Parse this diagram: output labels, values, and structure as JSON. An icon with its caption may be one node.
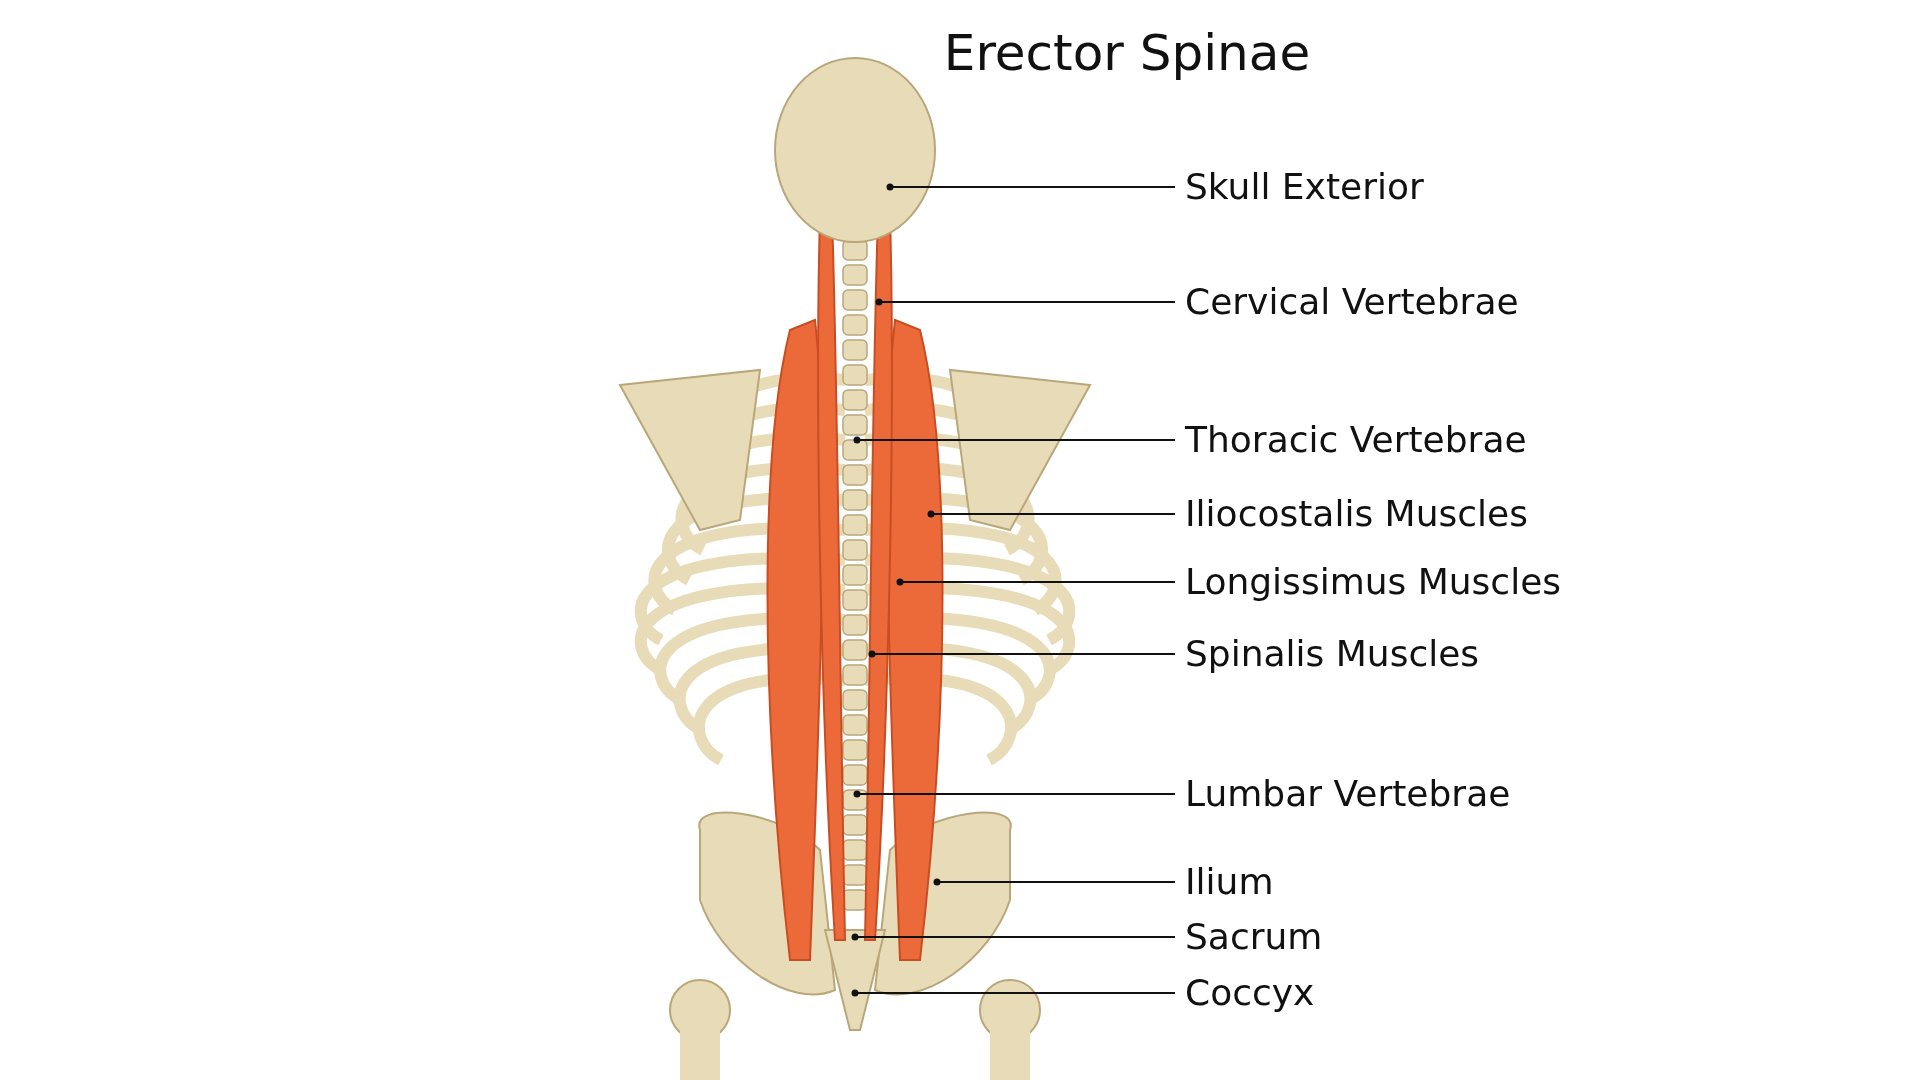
{
  "diagram": {
    "title": "Erector Spinae",
    "nodes": [
      {
        "text": [
          "Skull Exterior"
        ]
      },
      {
        "text": [
          "Cervical Vertebrae"
        ]
      },
      {
        "text": [
          "Thoracic Vertebrae"
        ]
      },
      {
        "text": [
          "Iliocostalis Muscles"
        ]
      },
      {
        "text": [
          "Longissimus Muscles"
        ]
      },
      {
        "text": [
          "Spinalis Muscles"
        ]
      },
      {
        "text": [
          "Lumbar Vertebrae"
        ]
      },
      {
        "text": [
          "Ilium"
        ]
      },
      {
        "text": [
          "Sacrum"
        ]
      },
      {
        "text": [
          "Coccyx"
        ]
      }
    ],
    "edges": [
      {
        "from": 0,
        "to": null,
        "arrow": "other"
      },
      {
        "from": 1,
        "to": null,
        "arrow": "other"
      },
      {
        "from": 2,
        "to": null,
        "arrow": "other"
      },
      {
        "from": 3,
        "to": null,
        "arrow": "other"
      },
      {
        "from": 4,
        "to": null,
        "arrow": "other"
      },
      {
        "from": 5,
        "to": null,
        "arrow": "other"
      },
      {
        "from": 6,
        "to": null,
        "arrow": "other"
      },
      {
        "from": 7,
        "to": null,
        "arrow": "other"
      },
      {
        "from": 8,
        "to": null,
        "arrow": "other"
      },
      {
        "from": 9,
        "to": null,
        "arrow": "other"
      }
    ]
  }
}
